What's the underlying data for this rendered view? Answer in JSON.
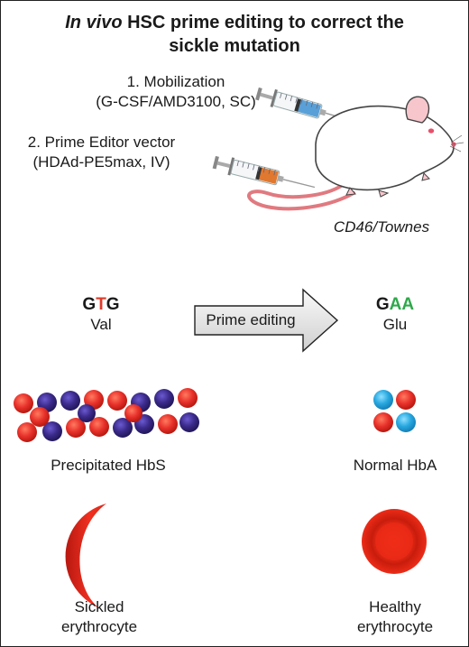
{
  "title": {
    "italic_part": "In vivo",
    "line1_rest": " HSC prime editing to correct the",
    "line2": "sickle mutation"
  },
  "steps": [
    {
      "line1": "1. Mobilization",
      "line2": "(G-CSF/AMD3100, SC)"
    },
    {
      "line1": "2. Prime Editor vector",
      "line2": "(HDAd-PE5max, IV)"
    }
  ],
  "mouse_label": "CD46/Townes",
  "arrow_label": "Prime editing",
  "codon_before": {
    "parts": [
      "G",
      "T",
      "G"
    ],
    "amino_acid": "Val"
  },
  "codon_after": {
    "parts": [
      "G",
      "A",
      "A"
    ],
    "amino_acid": "Glu"
  },
  "hb_left_label": "Precipitated HbS",
  "hb_right_label": "Normal HbA",
  "cell_left_label": [
    "Sickled",
    "erythrocyte"
  ],
  "cell_right_label": [
    "Healthy",
    "erythrocyte"
  ],
  "colors": {
    "mutant_base": "#e03a2a",
    "corrected_base": "#2ea84a",
    "hbs_red": "#e8322b",
    "hbs_purple": "#3b2a8a",
    "hba_blue": "#28a8e0",
    "erythrocyte_red": "#e02a1a"
  }
}
